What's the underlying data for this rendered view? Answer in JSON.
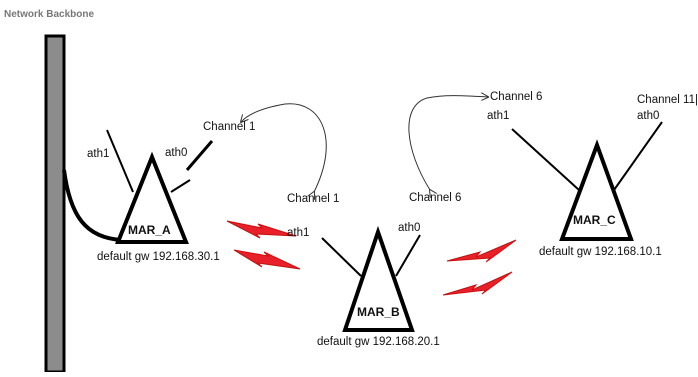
{
  "title": "Network Backbone",
  "nodes": [
    {
      "id": "MAR_A",
      "label": "MAR_A",
      "gateway": "default gw 192.168.30.1",
      "interfaces": [
        {
          "name": "ath1"
        },
        {
          "name": "ath0"
        }
      ]
    },
    {
      "id": "MAR_B",
      "label": "MAR_B",
      "gateway": "default gw 192.168.20.1",
      "interfaces": [
        {
          "name": "ath1"
        },
        {
          "name": "ath0"
        }
      ]
    },
    {
      "id": "MAR_C",
      "label": "MAR_C",
      "gateway": "default gw 192.168.10.1",
      "interfaces": [
        {
          "name": "ath1"
        },
        {
          "name": "ath0"
        }
      ]
    }
  ],
  "channels": {
    "a_ath0": "Channel 1",
    "b_ath1": "Channel 1",
    "b_ath0": "Channel 6",
    "c_ath1": "Channel 6",
    "c_ath0": "Channel 11|"
  },
  "links": [
    {
      "from": "MAR_A",
      "to": "MAR_B",
      "type": "wireless"
    },
    {
      "from": "MAR_B",
      "to": "MAR_C",
      "type": "wireless"
    },
    {
      "from": "MAR_A",
      "to": "backbone",
      "type": "wired"
    }
  ],
  "colors": {
    "lightning": "#e8202a",
    "backbone_fill": "#8c8c8c",
    "line": "#000000"
  }
}
